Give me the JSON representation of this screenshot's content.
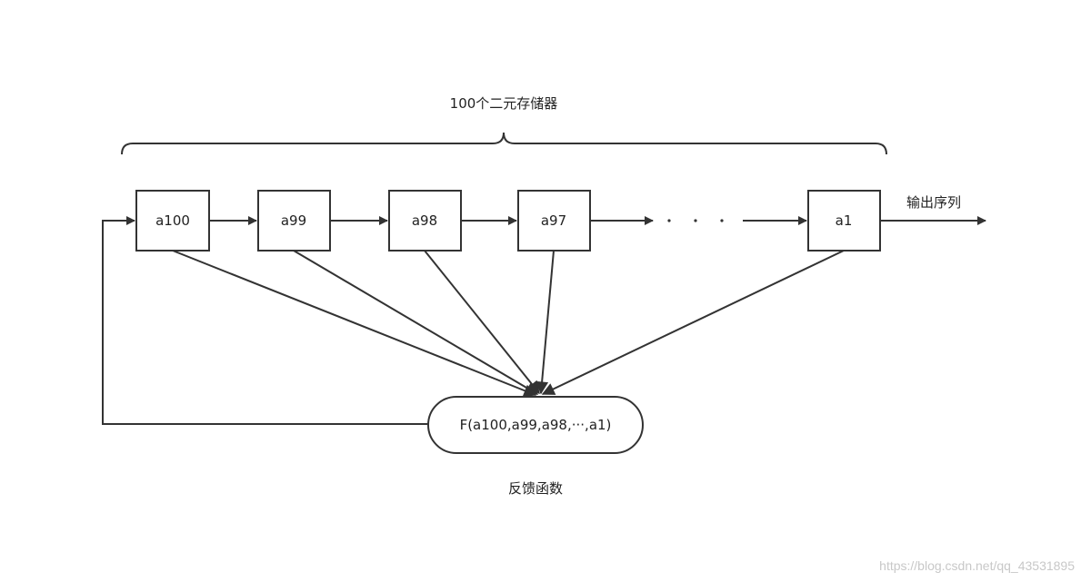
{
  "title": "100个二元存储器",
  "cells": [
    "a100",
    "a99",
    "a98",
    "a97",
    "a1"
  ],
  "ellipsis_dots": "· · ·",
  "output_label": "输出序列",
  "function_label": "F(a100,a99,a98,···,a1)",
  "function_caption": "反馈函数",
  "watermark": "https://blog.csdn.net/qq_43531895",
  "colors": {
    "stroke": "#333333",
    "background": "#ffffff",
    "watermark": "#c8c8c8"
  }
}
